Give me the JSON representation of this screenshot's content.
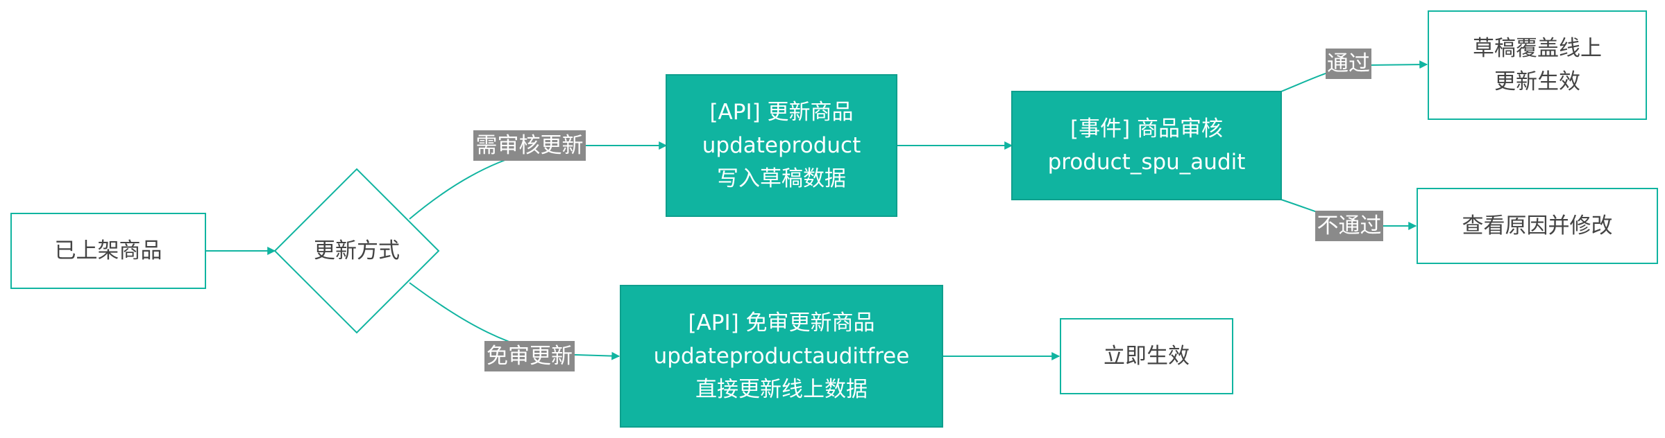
{
  "colors": {
    "accent": "#10b4a0",
    "box_fill_solid": "#10b4a0",
    "label_bg": "#8a8a8a",
    "outline_text": "#444444"
  },
  "nodes": {
    "listed_product": {
      "lines": [
        "已上架商品"
      ]
    },
    "update_method": {
      "lines": [
        "更新方式"
      ]
    },
    "api_update": {
      "lines": [
        "[API] 更新商品",
        "updateproduct",
        "写入草稿数据"
      ]
    },
    "audit_event": {
      "lines": [
        "[事件] 商品审核",
        "product_spu_audit"
      ]
    },
    "draft_effective": {
      "lines": [
        "草稿覆盖线上",
        "更新生效"
      ]
    },
    "check_reason": {
      "lines": [
        "查看原因并修改"
      ]
    },
    "api_free": {
      "lines": [
        "[API] 免审更新商品",
        "updateproductauditfree",
        "直接更新线上数据"
      ]
    },
    "immediate": {
      "lines": [
        "立即生效"
      ]
    }
  },
  "edge_labels": {
    "needs_audit": "需审核更新",
    "audit_free": "免审更新",
    "passed": "通过",
    "rejected": "不通过"
  }
}
